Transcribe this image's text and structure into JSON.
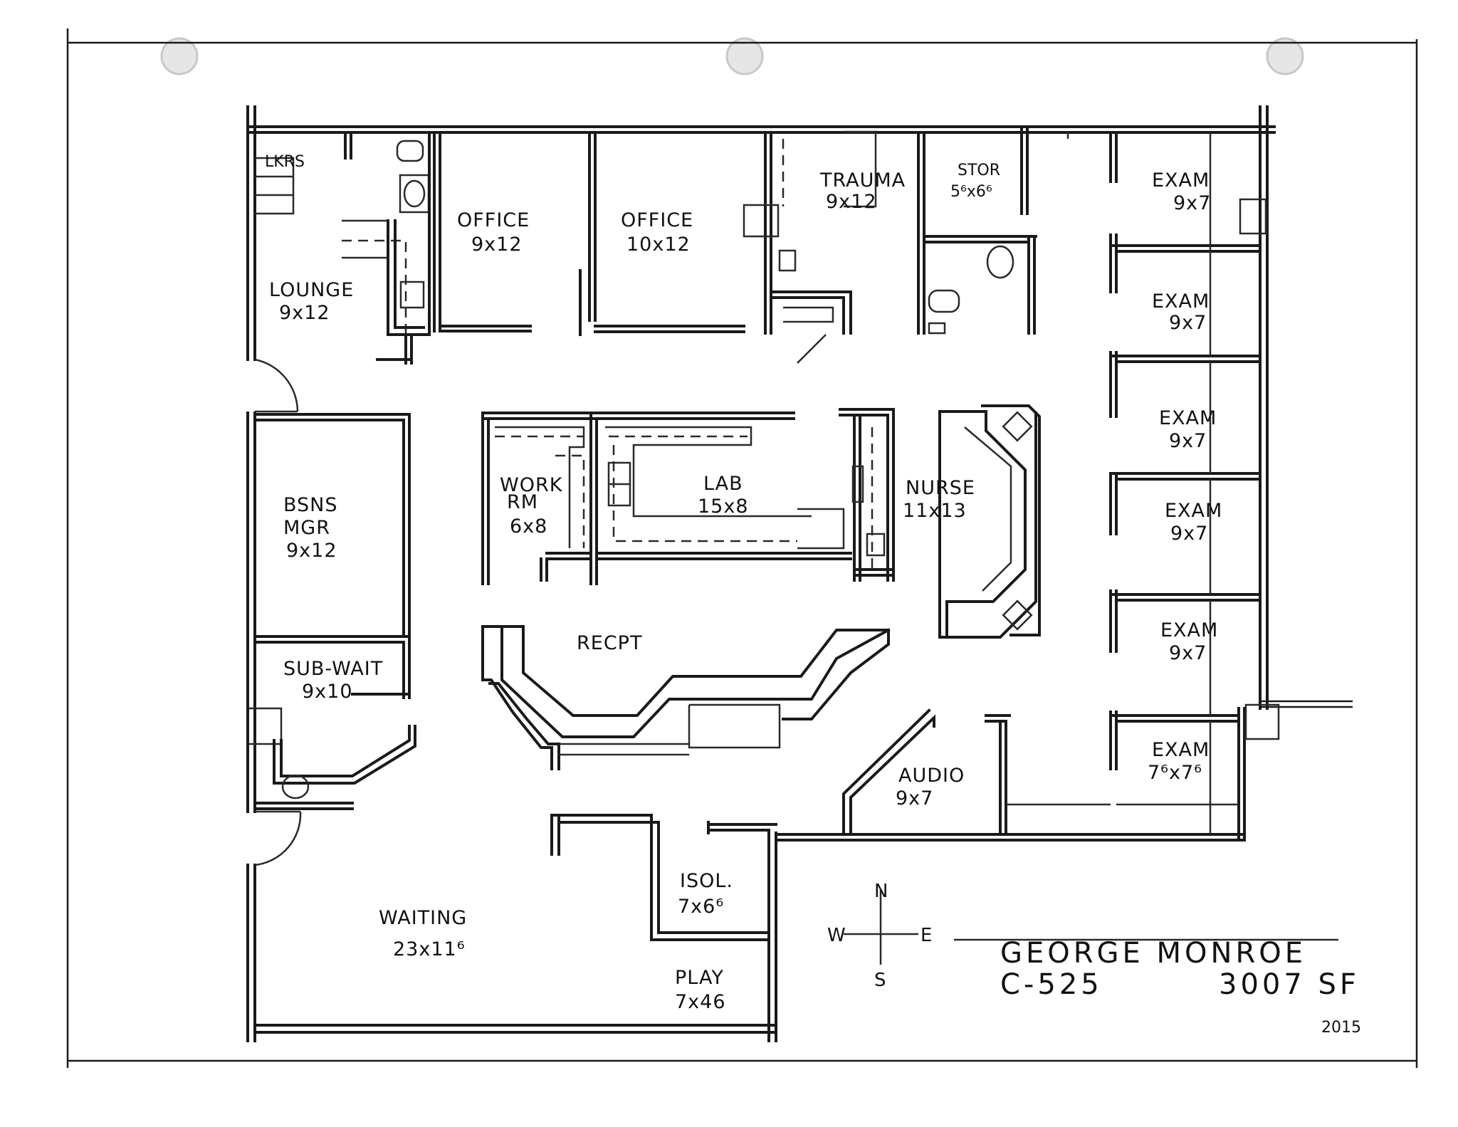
{
  "rooms": {
    "lkrs": {
      "name": "LKRS"
    },
    "lounge": {
      "name": "LOUNGE",
      "size": "9x12"
    },
    "office1": {
      "name": "OFFICE",
      "size": "9x12"
    },
    "office2": {
      "name": "OFFICE",
      "size": "10x12"
    },
    "trauma": {
      "name": "TRAUMA",
      "size": "9x12"
    },
    "stor": {
      "name": "STOR",
      "size": "5⁶x6⁶"
    },
    "exam1": {
      "name": "EXAM",
      "size": "9x7"
    },
    "exam2": {
      "name": "EXAM",
      "size": "9x7"
    },
    "exam3": {
      "name": "EXAM",
      "size": "9x7"
    },
    "exam4": {
      "name": "EXAM",
      "size": "9x7"
    },
    "exam5": {
      "name": "EXAM",
      "size": "9x7"
    },
    "exam6": {
      "name": "EXAM",
      "size": "7⁶x7⁶"
    },
    "bsnsmgr": {
      "name1": "BSNS",
      "name2": "MGR",
      "size": "9x12"
    },
    "workrm": {
      "name1": "WORK",
      "name2": "RM",
      "size": "6x8"
    },
    "lab": {
      "name": "LAB",
      "size": "15x8"
    },
    "nurse": {
      "name": "NURSE",
      "size": "11x13"
    },
    "recpt": {
      "name": "RECPT"
    },
    "subwait": {
      "name": "SUB-WAIT",
      "size": "9x10"
    },
    "audio": {
      "name": "AUDIO",
      "size": "9x7"
    },
    "isol": {
      "name": "ISOL.",
      "size": "7x6⁶"
    },
    "waiting": {
      "name": "WAITING",
      "size": "23x11⁶"
    },
    "play": {
      "name": "PLAY",
      "size": "7x46"
    }
  },
  "compass": {
    "n": "N",
    "s": "S",
    "e": "E",
    "w": "W"
  },
  "title_block": {
    "client": "GEORGE MONROE",
    "plan_no": "C-525",
    "area": "3007 SF",
    "year": "2015"
  }
}
